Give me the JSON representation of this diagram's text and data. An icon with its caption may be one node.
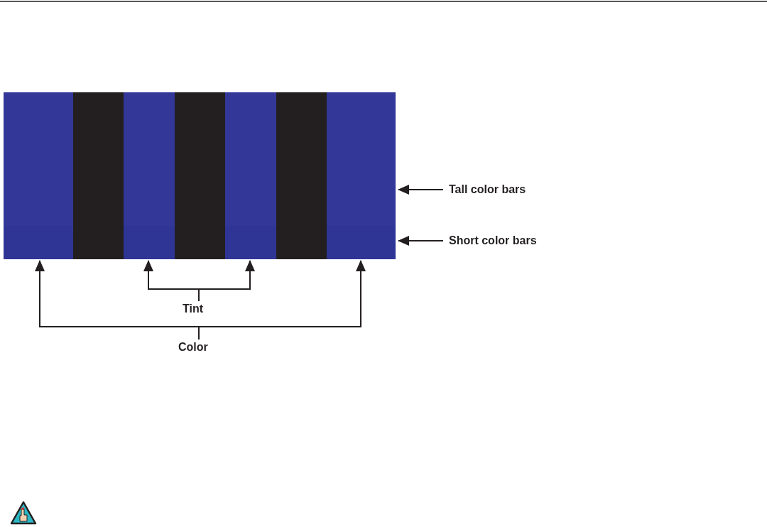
{
  "diagram": {
    "nodes": [
      {
        "text": [],
        "shape": "bar"
      },
      {
        "text": [],
        "shape": "bar"
      },
      {
        "text": [],
        "shape": "bar"
      },
      {
        "text": [],
        "shape": "bar"
      },
      {
        "text": [],
        "shape": "bar"
      },
      {
        "text": [],
        "shape": "bar"
      },
      {
        "text": [],
        "shape": "bar"
      },
      {
        "text": [],
        "shape": "bar"
      },
      {
        "text": [
          "Tall color bars"
        ]
      },
      {
        "text": [
          "Short color bars"
        ]
      },
      {
        "text": [
          "Tint"
        ]
      },
      {
        "text": [
          "Color"
        ]
      }
    ],
    "edges": [
      {
        "from": 8,
        "to": 0,
        "arrow": "to"
      },
      {
        "from": 9,
        "to": 7,
        "arrow": "to"
      },
      {
        "from": 10,
        "to": 3,
        "arrow": "to"
      },
      {
        "from": 10,
        "to": 5,
        "arrow": "to"
      },
      {
        "from": 11,
        "to": 1,
        "arrow": "to"
      },
      {
        "from": 11,
        "to": 7,
        "arrow": "to"
      }
    ]
  }
}
